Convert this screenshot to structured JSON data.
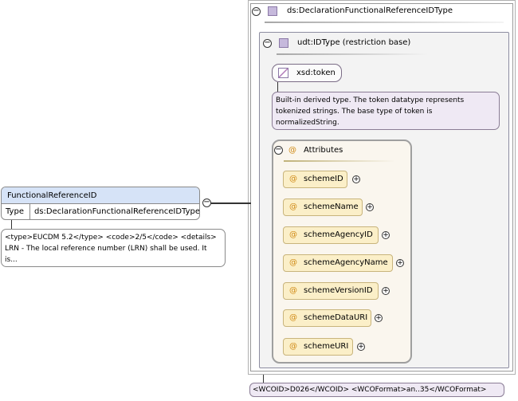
{
  "complex_type": {
    "name": "ds:DeclarationFunctionalReferenceIDType"
  },
  "restriction": {
    "label": "udt:IDType (restriction base)"
  },
  "base_type": {
    "name": "xsd:token",
    "description": "Built-in derived type. The token datatype represents tokenized strings. The base type of token is normalizedString."
  },
  "attributes": {
    "header": "Attributes",
    "items": [
      {
        "name": "schemeID"
      },
      {
        "name": "schemeName"
      },
      {
        "name": "schemeAgencyID"
      },
      {
        "name": "schemeAgencyName"
      },
      {
        "name": "schemeVersionID"
      },
      {
        "name": "schemeDataURI"
      },
      {
        "name": "schemeURI"
      }
    ]
  },
  "element": {
    "name": "FunctionalReferenceID",
    "type_label": "Type",
    "type_value": "ds:DeclarationFunctionalReferenceIDType",
    "documentation": "<type>EUCDM 5.2</type> <code>2/5</code> <details> LRN - The local reference number (LRN) shall be used. It is..."
  },
  "bottom_documentation": "<WCOID>D026</WCOID> <WCOFormat>an..35</WCOFormat>",
  "symbols": {
    "attribute_marker": "@",
    "collapse": "−",
    "expand": "+"
  },
  "colors": {
    "element_header": "#d6e3f7",
    "attribute_fill": "#fbefc8",
    "attribute_marker": "#d08a14",
    "description_fill": "#efe9f4",
    "type_square": "#c6b9dc"
  }
}
